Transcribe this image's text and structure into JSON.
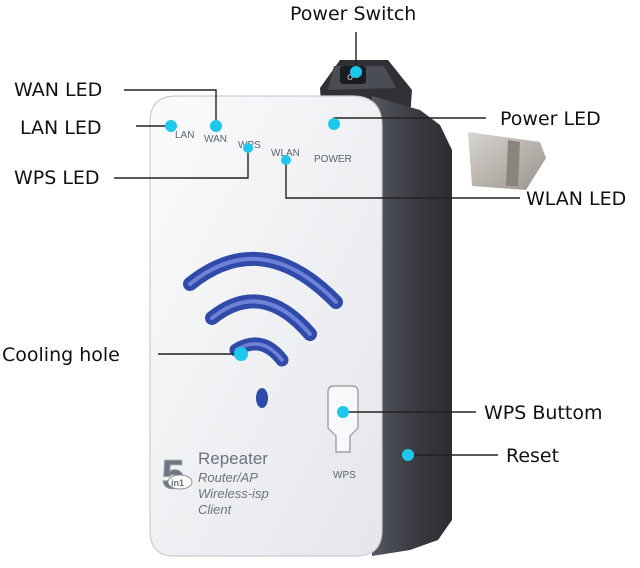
{
  "callouts": {
    "power_switch": "Power Switch",
    "wan_led": "WAN LED",
    "lan_led": "LAN LED",
    "wps_led": "WPS LED",
    "power_led": "Power LED",
    "wlan_led": "WLAN LED",
    "cooling_hole": "Cooling hole",
    "wps_button": "WPS Buttom",
    "reset": "Reset"
  },
  "panel_labels": {
    "lan": "LAN",
    "wan": "WAN",
    "wps": "WPS",
    "wlan": "WLAN",
    "power": "POWER",
    "wps_button": "WPS"
  },
  "branding": {
    "number": "5",
    "badge": "in1",
    "line1": "Repeater",
    "line2": "Router/AP",
    "line3": "Wireless-isp",
    "line4": "Client"
  },
  "colors": {
    "callout_dot": "#1ec8ec",
    "wifi_logo": "#3f51b5",
    "device_body": "#f4f5f7",
    "device_side": "#3c3f45"
  }
}
